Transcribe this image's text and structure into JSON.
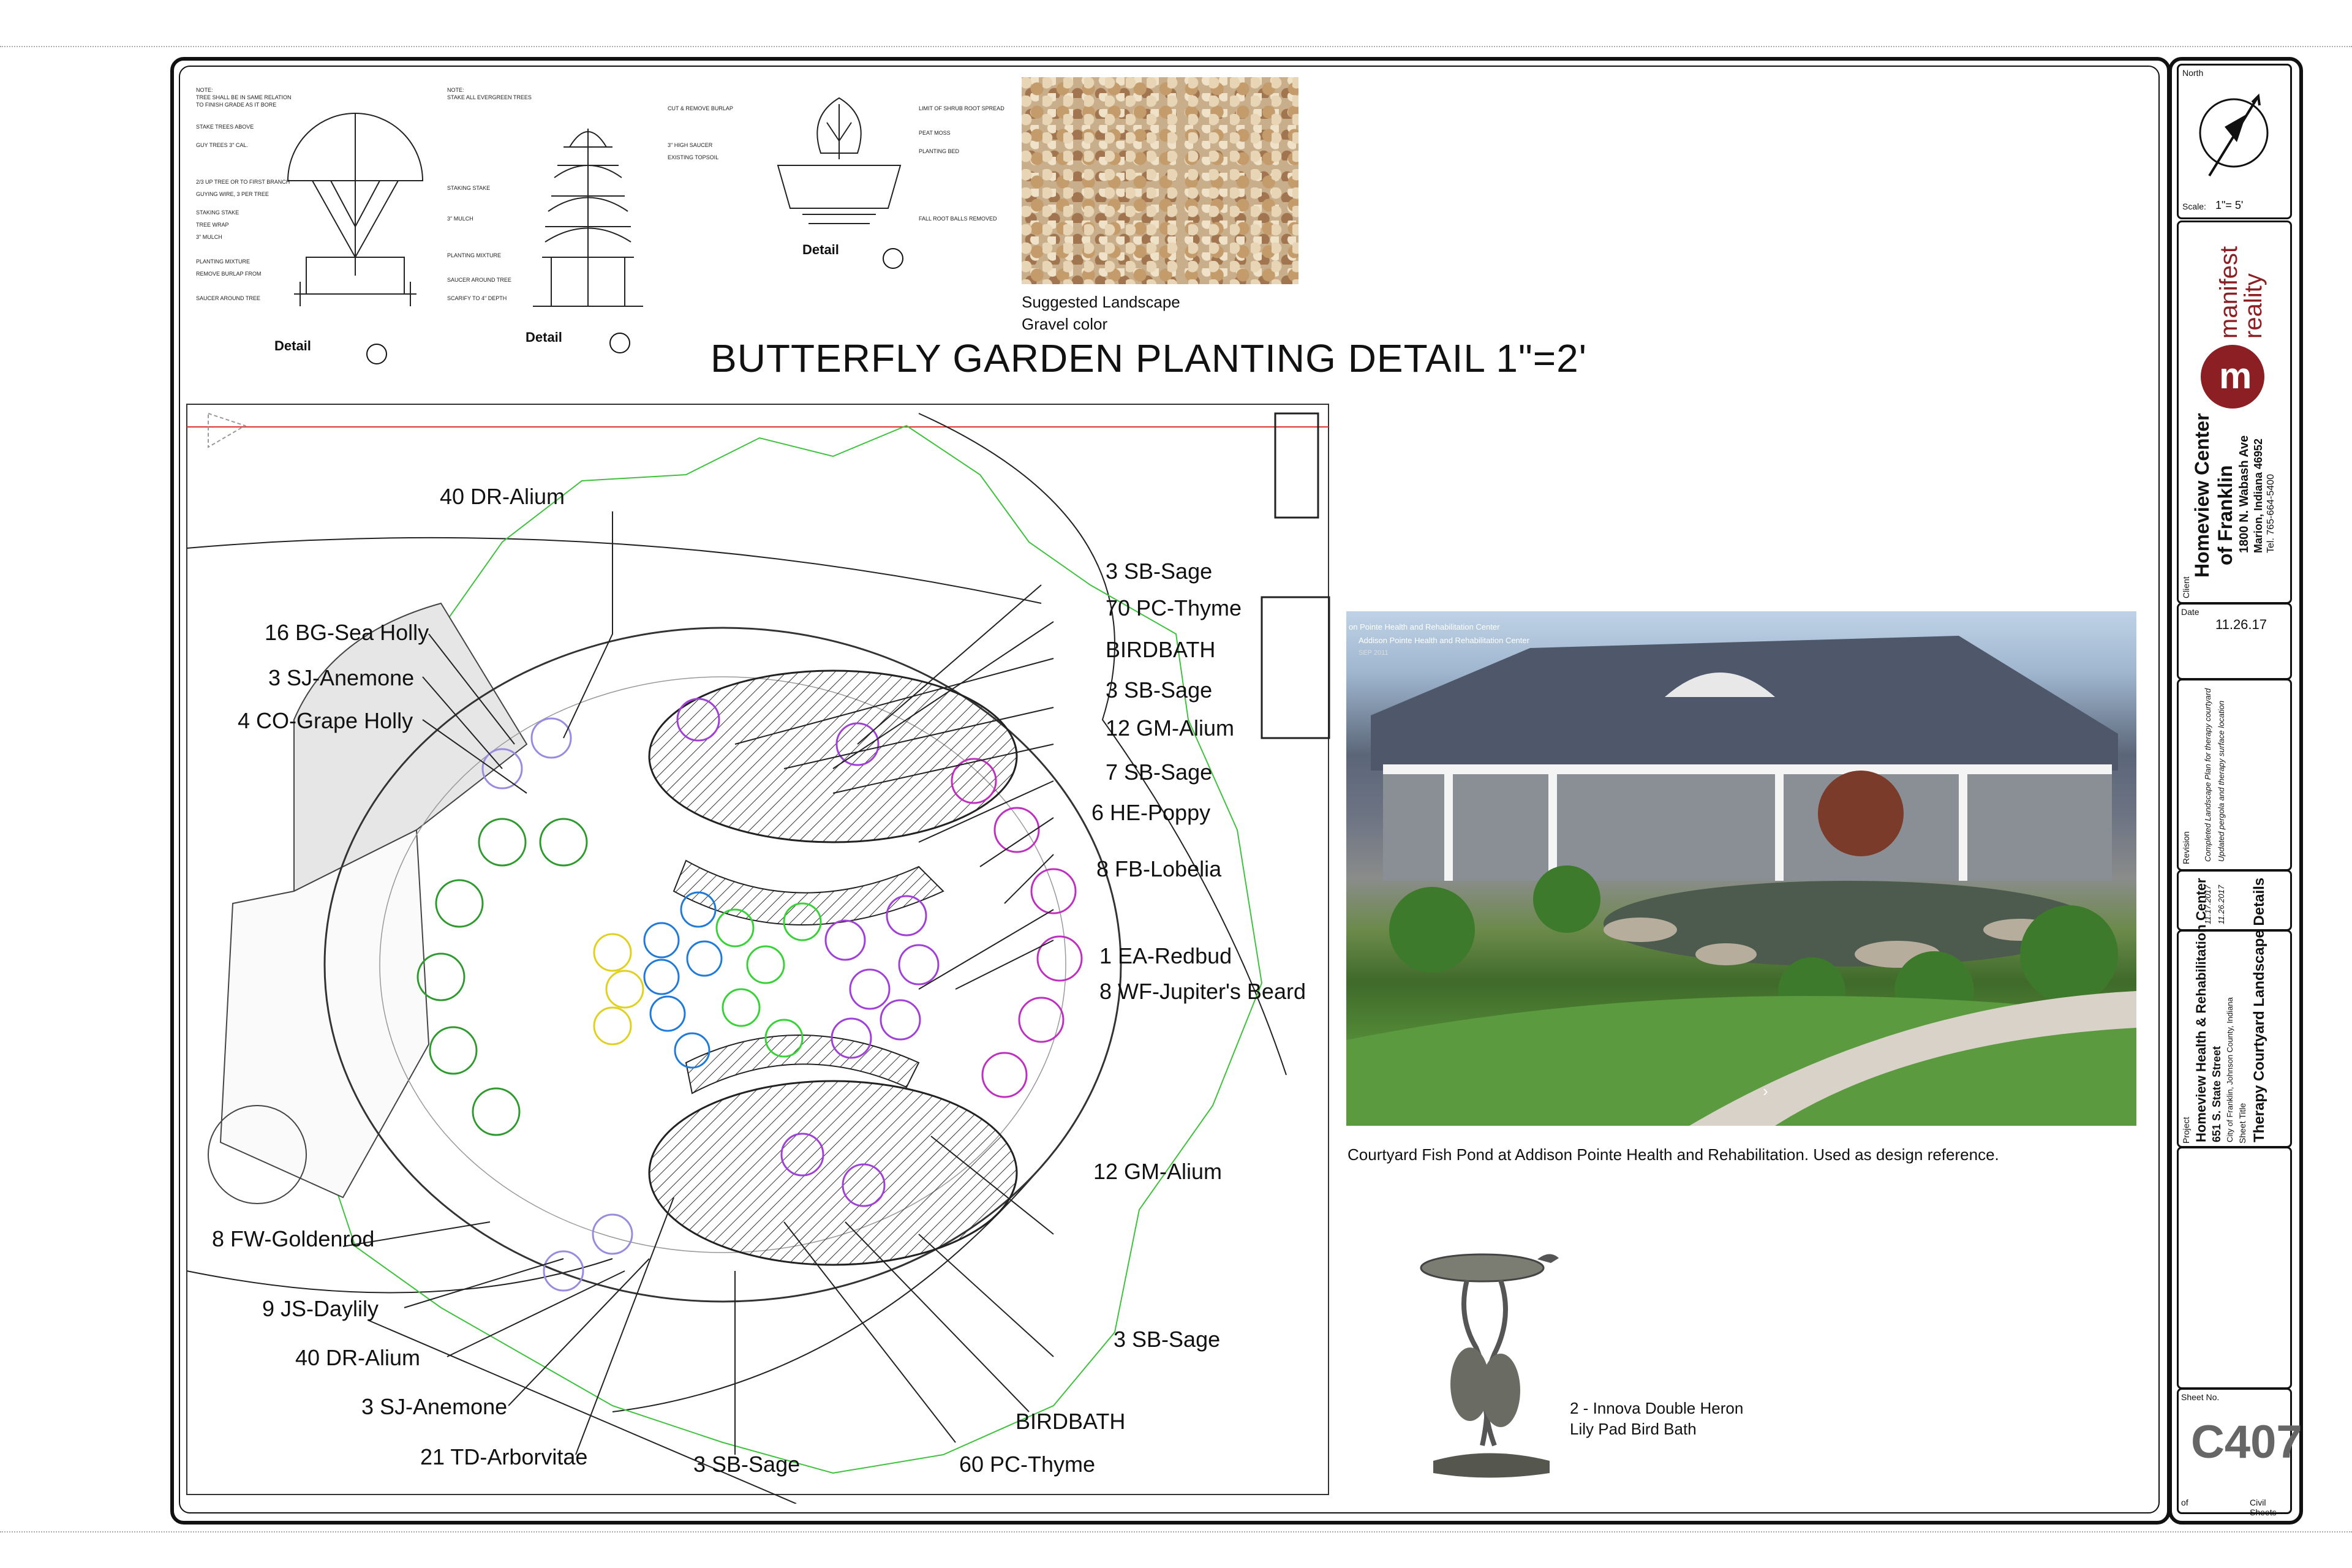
{
  "title": "BUTTERFLY GARDEN PLANTING DETAIL 1\"=2'",
  "gravel": {
    "caption_line1": "Suggested Landscape",
    "caption_line2": "Gravel color"
  },
  "details": {
    "label": "Detail"
  },
  "plan_labels": [
    "40 DR-Alium",
    "3 SB-Sage",
    "70 PC-Thyme",
    "16 BG-Sea Holly",
    "BIRDBATH",
    "3 SJ-Anemone",
    "3 SB-Sage",
    "4 CO-Grape Holly",
    "12 GM-Alium",
    "7 SB-Sage",
    "6 HE-Poppy",
    "8 FB-Lobelia",
    "1 EA-Redbud",
    "8 WF-Jupiter's Beard",
    "12 GM-Alium",
    "8 FW-Goldenrod",
    "9 JS-Daylily",
    "3 SB-Sage",
    "40 DR-Alium",
    "BIRDBATH",
    "3 SJ-Anemone",
    "21 TD-Arborvitae",
    "3 SB-Sage",
    "60 PC-Thyme"
  ],
  "photo": {
    "overlay_line1": "on Pointe Health and Rehabilitation Center",
    "overlay_line2": "Addison Pointe Health and Rehabilitation Center",
    "overlay_line3": "SEP 2011",
    "caption": "Courtyard Fish Pond at Addison Pointe Health and Rehabilitation. Used as design reference."
  },
  "birdbath": {
    "line1": "2 - Innova Double Heron",
    "line2": "Lily Pad Bird Bath"
  },
  "title_block": {
    "north": "North",
    "scale_label": "Scale:",
    "scale_value": "1\"= 5'",
    "company_1": "manifest",
    "company_2": "reality",
    "client_name": "Homeview Center",
    "client_name2": "of Franklin",
    "client_addr1": "1800 N. Wabash Ave",
    "client_addr2": "Marion, Indiana 46952",
    "client_tel": "Tel. 765-664-5400",
    "client_label": "Client",
    "date_label": "Date",
    "date_value": "11.26.17",
    "revision_label": "Revision",
    "rev1_date": "11.17.2017",
    "rev1_text": "Completed Landscape Plan for therapy courtyard",
    "rev2_date": "11.26.2017",
    "rev2_text": "Updated pergola and therapy surface location",
    "project_label": "Project",
    "project_name": "Homeview Health & Rehabilitation Center",
    "project_addr": "651 S. State Street",
    "project_city": "City of Franklin, Johnson County, Indiana",
    "sheet_title_label": "Sheet Title",
    "sheet_title": "Therapy Courtyard Landscape Details",
    "sheet_no_label": "Sheet No.",
    "sheet_no": "C407",
    "of_label": "of",
    "sheets_label": "Civil Sheets"
  },
  "colors": {
    "accent": "#8c1f24",
    "grass_outline": "#3ec23e"
  }
}
